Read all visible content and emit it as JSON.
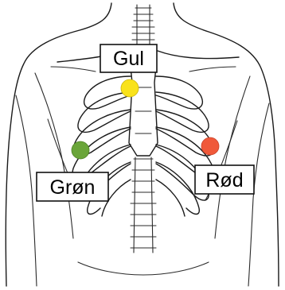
{
  "diagram": {
    "electrodes": [
      {
        "id": "yellow",
        "label": "Gul",
        "color": "#f9e21b"
      },
      {
        "id": "green",
        "label": "Grøn",
        "color": "#6aa539"
      },
      {
        "id": "red",
        "label": "Rød",
        "color": "#f0593a"
      }
    ]
  }
}
